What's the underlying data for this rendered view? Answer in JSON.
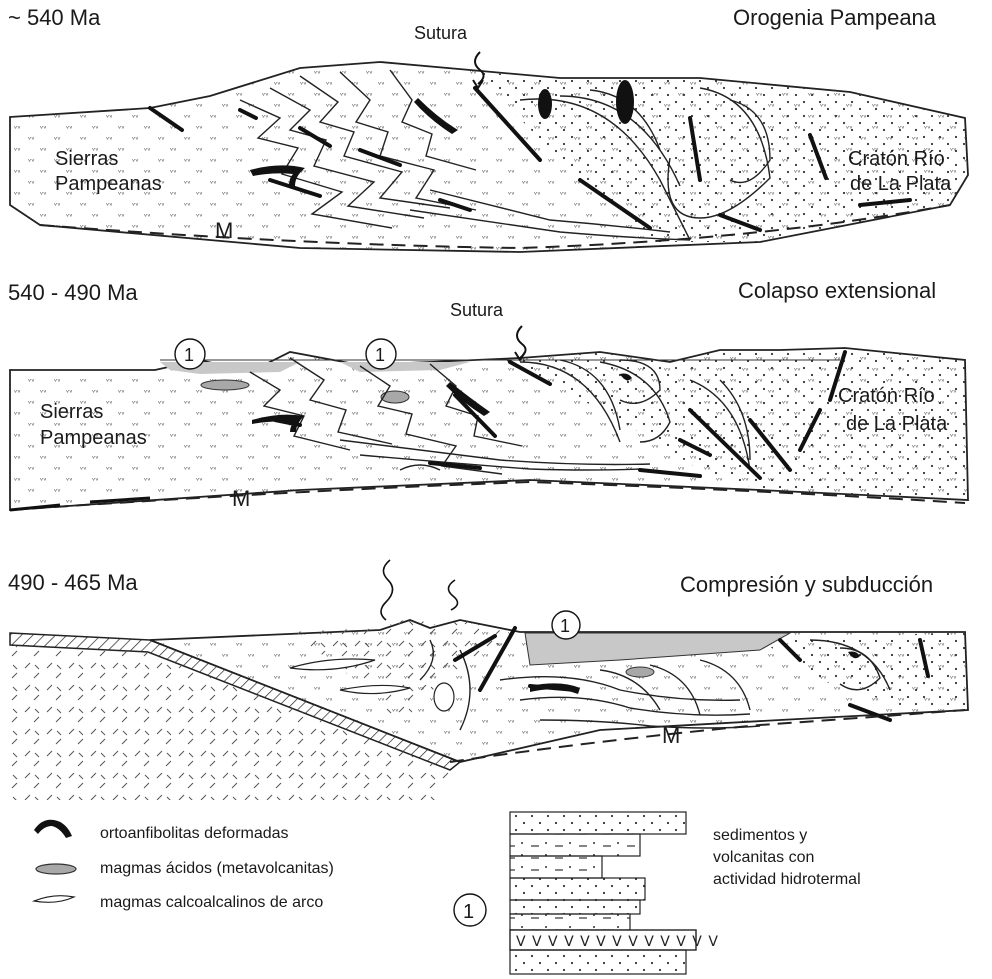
{
  "panels": [
    {
      "age": "~ 540 Ma",
      "title": "Orogenia Pampeana",
      "suture": "Sutura",
      "left_terrane": [
        "Sierras",
        "Pampeanas"
      ],
      "right_terrane": [
        "Cratón Río",
        "de La Plata"
      ],
      "moho": "M"
    },
    {
      "age": "540 - 490 Ma",
      "title": "Colapso extensional",
      "suture": "Sutura",
      "left_terrane": [
        "Sierras",
        "Pampeanas"
      ],
      "right_terrane": [
        "Cratón Río",
        "de La Plata"
      ],
      "moho": "M",
      "markers": [
        "1",
        "1"
      ]
    },
    {
      "age": "490 - 465 Ma",
      "title": "Compresión y subducción",
      "moho": "M",
      "markers": [
        "1"
      ]
    }
  ],
  "legend": {
    "items": [
      {
        "icon": "black-lens-icon",
        "label": "ortoanfibolitas deformadas"
      },
      {
        "icon": "grey-lens-icon",
        "label": "magmas ácidos (metavolcanitas)"
      },
      {
        "icon": "white-lens-icon",
        "label": "magmas calcoalcalinos de arco"
      }
    ],
    "marker": "1",
    "column_label": [
      "sedimentos y",
      "volcanitas con",
      "actividad hidrotermal"
    ]
  },
  "colors": {
    "ink": "#1a1a1a",
    "grey_fill": "#c8c8c8",
    "background": "#ffffff"
  }
}
